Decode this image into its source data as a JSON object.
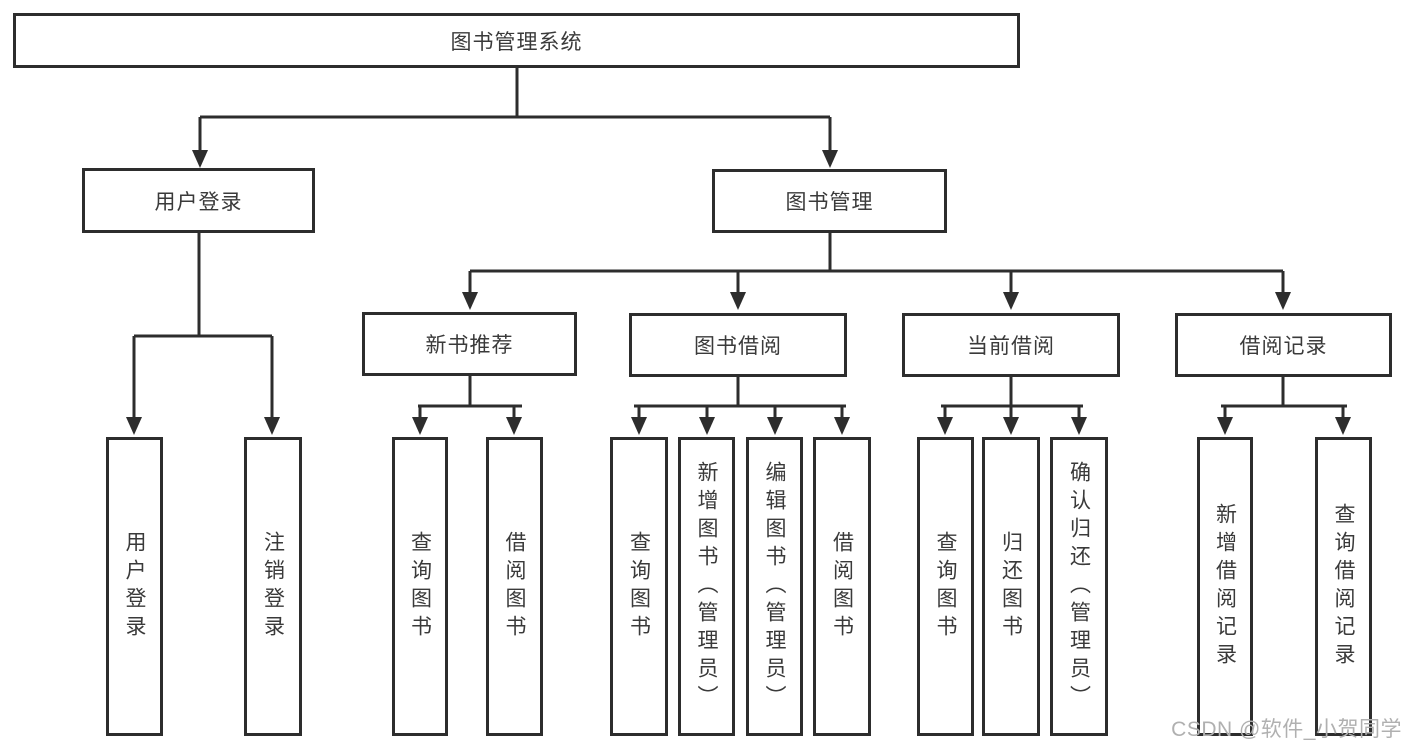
{
  "tree": {
    "label": "图书管理系统",
    "children": [
      {
        "label": "用户登录",
        "children": [
          {
            "label": "用户登录"
          },
          {
            "label": "注销登录"
          }
        ]
      },
      {
        "label": "图书管理",
        "children": [
          {
            "label": "新书推荐",
            "children": [
              {
                "label": "查询图书"
              },
              {
                "label": "借阅图书"
              }
            ]
          },
          {
            "label": "图书借阅",
            "children": [
              {
                "label": "查询图书"
              },
              {
                "label": "新增图书（管理员）"
              },
              {
                "label": "编辑图书（管理员）"
              },
              {
                "label": "借阅图书"
              }
            ]
          },
          {
            "label": "当前借阅",
            "children": [
              {
                "label": "查询图书"
              },
              {
                "label": "归还图书"
              },
              {
                "label": "确认归还（管理员）"
              }
            ]
          },
          {
            "label": "借阅记录",
            "children": [
              {
                "label": "新增借阅记录"
              },
              {
                "label": "查询借阅记录"
              }
            ]
          }
        ]
      }
    ]
  },
  "watermark": {
    "text": "CSDN @软件_小贺同学"
  },
  "colors": {
    "line": "#2d2d2d",
    "text": "#3a3a3a",
    "background": "#ffffff",
    "watermark": "#b0b0b0"
  }
}
